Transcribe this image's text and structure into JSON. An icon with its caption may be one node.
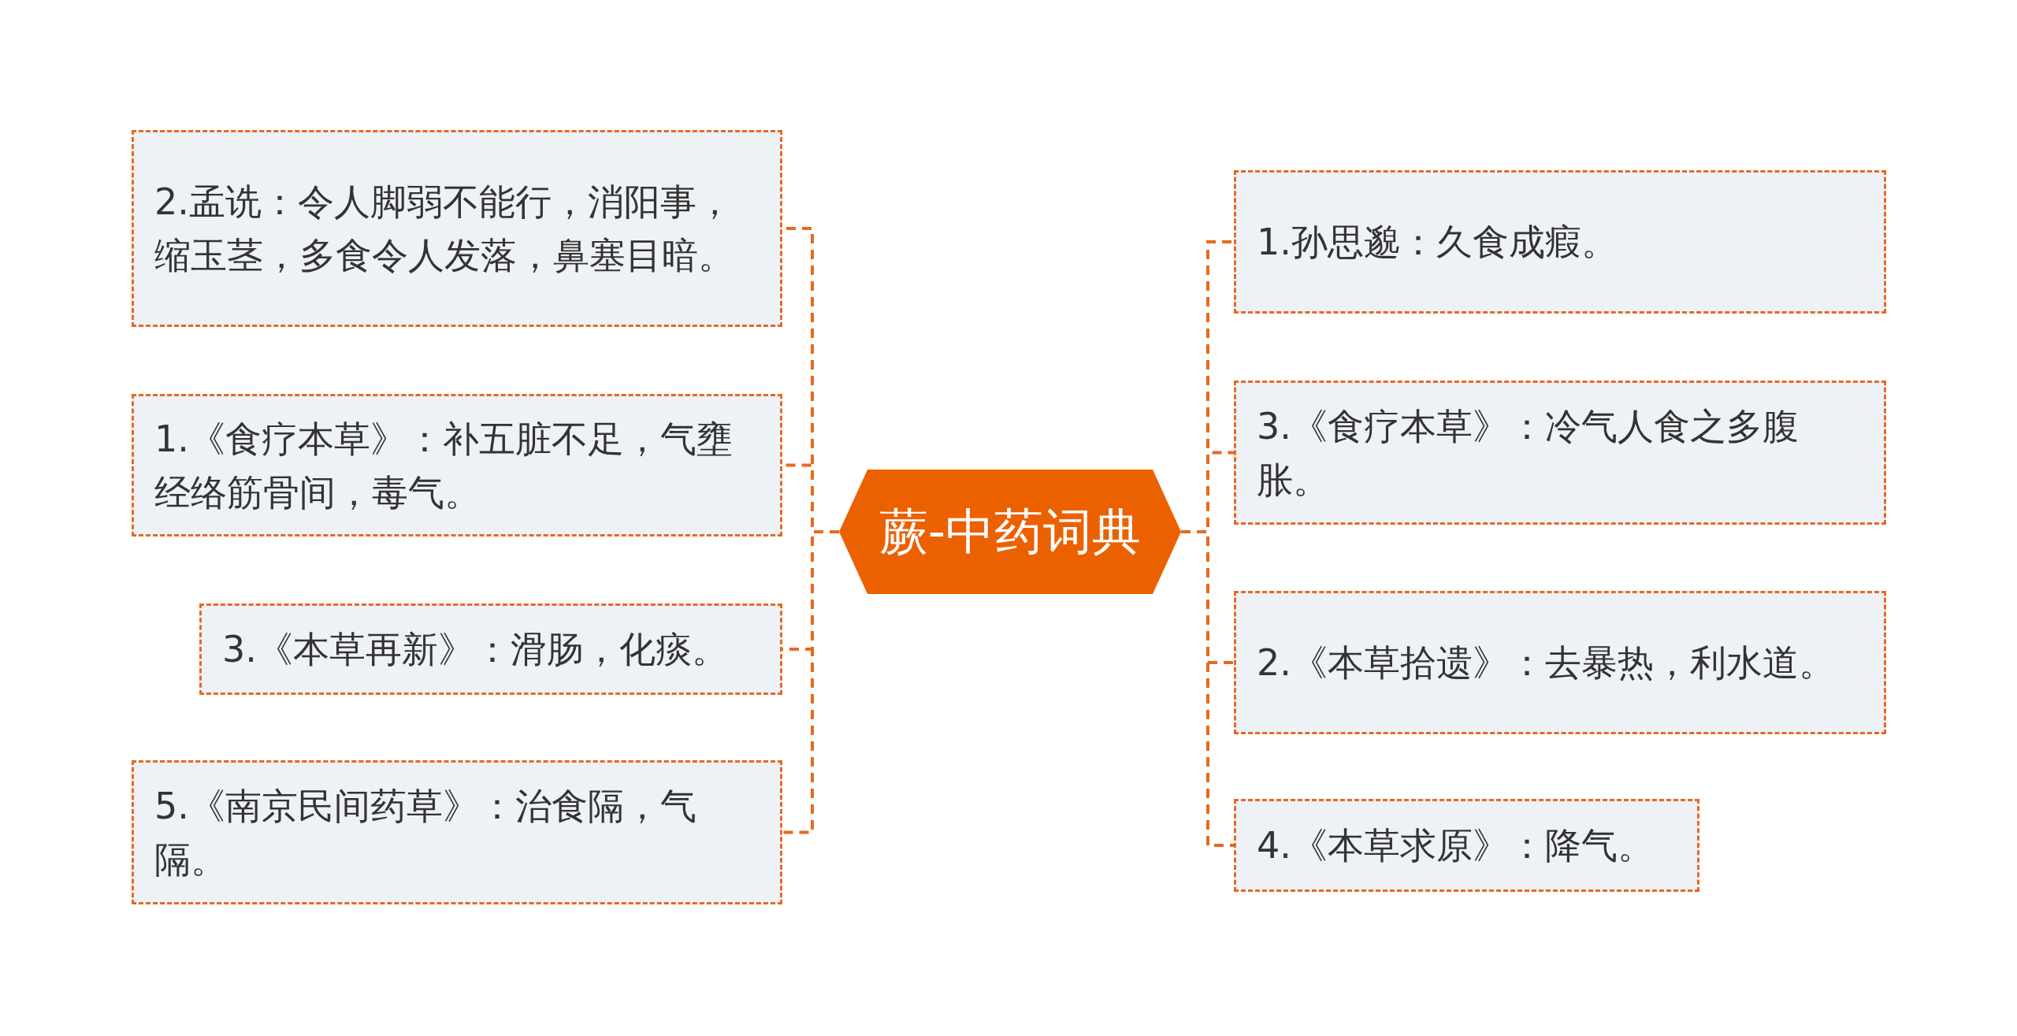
{
  "diagram": {
    "nodes": [
      {
        "text": [
          "蕨-中药词典"
        ]
      },
      {
        "text": [
          "2.孟诜：令人脚弱不能行，消阳事，缩玉茎，多食令人发落，鼻塞目暗。"
        ]
      },
      {
        "text": [
          "1.《食疗本草》：补五脏不足，气壅经络筋骨间，毒气。"
        ]
      },
      {
        "text": [
          "3.《本草再新》：滑肠，化痰。"
        ]
      },
      {
        "text": [
          "5.《南京民间药草》：治食隔，气隔。"
        ]
      },
      {
        "text": [
          "1.孙思邈：久食成瘕。"
        ]
      },
      {
        "text": [
          "3.《食疗本草》：冷气人食之多腹胀。"
        ]
      },
      {
        "text": [
          "2.《本草拾遗》：去暴热，利水道。"
        ]
      },
      {
        "text": [
          "4.《本草求原》：降气。"
        ]
      }
    ],
    "edges": [
      {
        "from": 0,
        "to": 1,
        "arrow": "none"
      },
      {
        "from": 0,
        "to": 2,
        "arrow": "none"
      },
      {
        "from": 0,
        "to": 3,
        "arrow": "none"
      },
      {
        "from": 0,
        "to": 4,
        "arrow": "none"
      },
      {
        "from": 0,
        "to": 5,
        "arrow": "none"
      },
      {
        "from": 0,
        "to": 6,
        "arrow": "none"
      },
      {
        "from": 0,
        "to": 7,
        "arrow": "none"
      },
      {
        "from": 0,
        "to": 8,
        "arrow": "none"
      }
    ]
  }
}
